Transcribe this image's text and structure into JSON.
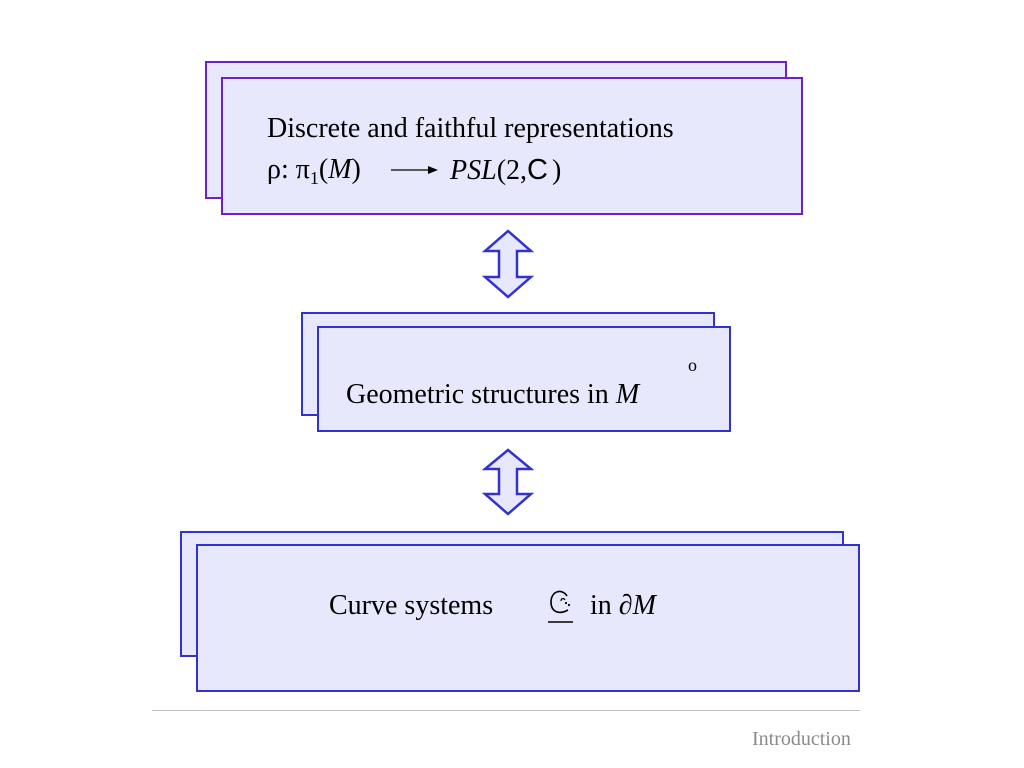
{
  "boxes": {
    "top": {
      "line1": "Discrete and faithful representations",
      "rho_label": "ρ: π",
      "sub_1": "1",
      "open_paren": "(",
      "M": "M",
      "close_paren": ")",
      "psl": "PSL",
      "psl_args": "(2,",
      "C": "C",
      "psl_close": ")"
    },
    "middle": {
      "text": "Geometric structures in ",
      "M": "M",
      "accent": "o"
    },
    "bottom": {
      "text": "Curve systems",
      "in_text": "in ",
      "partial": "∂",
      "M": "M"
    }
  },
  "footer": {
    "label": "Introduction"
  },
  "colors": {
    "box_fill": "#e8e8fc",
    "purple_border": "#6a1fd0",
    "blue_border": "#3333cc",
    "arrow_stroke": "#3333cc"
  },
  "icons": [
    "double-arrow-icon",
    "maps-to-arrow-icon",
    "script-c-symbol"
  ]
}
